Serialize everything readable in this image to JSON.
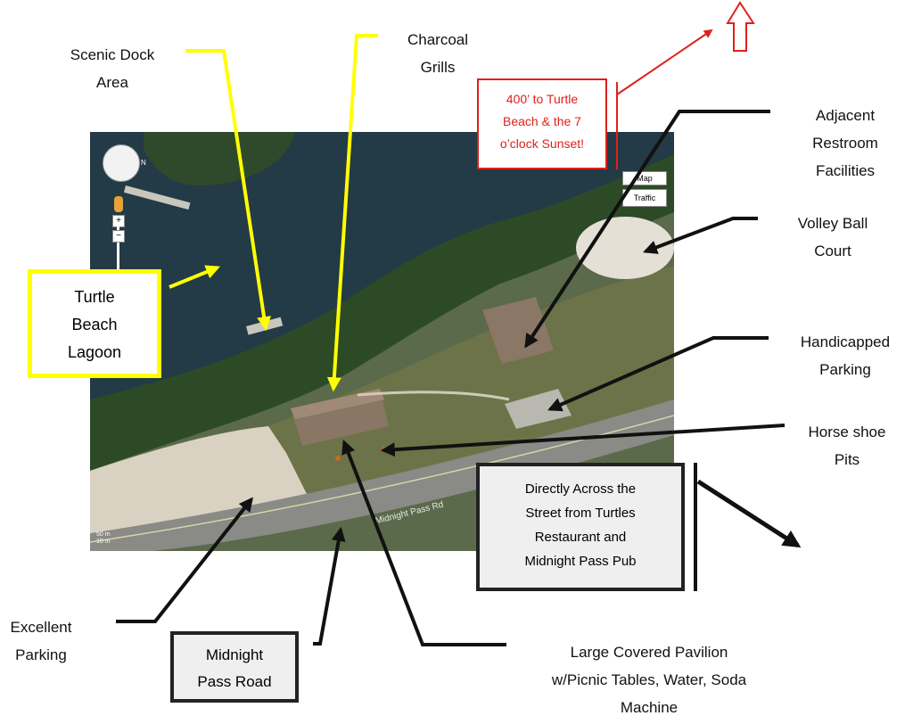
{
  "labels": {
    "scenic_dock": "Scenic Dock\nArea",
    "charcoal": "Charcoal\nGrills",
    "restroom": "Adjacent\nRestroom\nFacilities",
    "volleyball": "Volley Ball\nCourt",
    "handicapped": "Handicapped\nParking",
    "horseshoe": "Horse shoe\nPits",
    "excellent_parking": "Excellent\nParking",
    "pavilion": "Large Covered Pavilion\nw/Picnic Tables, Water, Soda\nMachine"
  },
  "boxes": {
    "lagoon": "Turtle\nBeach\nLagoon",
    "sunset": "400’ to Turtle\nBeach & the 7\no’clock Sunset!",
    "across": "Directly Across the\nStreet from Turtles\nRestaurant and\nMidnight Pass Pub",
    "road": "Midnight\nPass Road"
  },
  "map": {
    "road_label": "Midnight Pass Rd",
    "map_button": "Map",
    "traffic_button": "Traffic",
    "scale": "50 m\n10 m",
    "zoom_in": "+",
    "zoom_out": "−"
  },
  "colors": {
    "yellow": "#ffff00",
    "red": "#e0201c",
    "black": "#111111"
  },
  "icons": [
    "north-arrow-icon",
    "pan-control-icon",
    "pegman-icon"
  ]
}
